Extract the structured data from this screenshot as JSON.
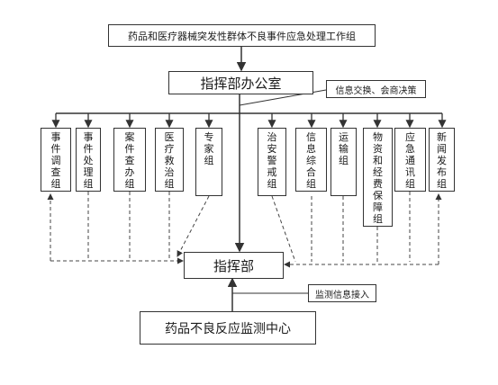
{
  "top_group": "药品和医疗器械突发性群体不良事件应急处理工作组",
  "office": "指挥部办公室",
  "office_note": "信息交换、会商决策",
  "groups": [
    "事件调查组",
    "事件处理组",
    "案件查办组",
    "医疗救治组",
    "专家组",
    "治安警戒组",
    "信息综合组",
    "运输组",
    "物资和经费保障组",
    "应急通讯组",
    "新闻发布组"
  ],
  "command": "指挥部",
  "monitor_note": "监测信息接入",
  "monitor_center": "药品不良反应监测中心"
}
